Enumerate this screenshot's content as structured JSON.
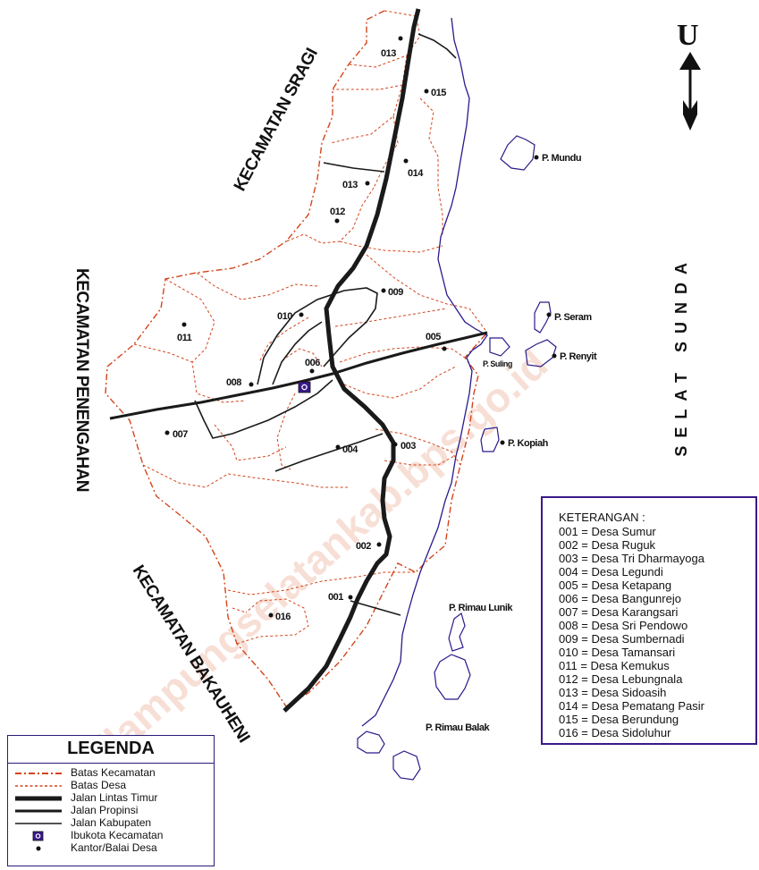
{
  "map": {
    "regions": {
      "sragi": "KECAMATAN SRAGI",
      "penengahan": "KECAMATAN PENENGAHAN",
      "bakauheni": "KECAMATAN BAKAUHENI",
      "sea": "SELAT SUNDA"
    },
    "watermark": "http://lampungselatankab.bps.go.id",
    "north_letter": "U",
    "village_codes": [
      "001",
      "002",
      "003",
      "004",
      "005",
      "006",
      "007",
      "008",
      "009",
      "010",
      "011",
      "012",
      "013",
      "013",
      "014",
      "015",
      "016"
    ],
    "islands": [
      "P. Mundu",
      "P. Seram",
      "P. Renyit",
      "P. Suling",
      "P. Kopiah",
      "P. Rimau Lunik",
      "P. Rimau Balak"
    ]
  },
  "legend": {
    "title": "LEGENDA",
    "items": [
      {
        "label": "Batas Kecamatan"
      },
      {
        "label": "Batas Desa"
      },
      {
        "label": "Jalan Lintas Timur"
      },
      {
        "label": "Jalan Propinsi"
      },
      {
        "label": "Jalan Kabupaten"
      },
      {
        "label": "Ibukota Kecamatan"
      },
      {
        "label": "Kantor/Balai Desa"
      }
    ]
  },
  "keterangan": {
    "title": "KETERANGAN :",
    "items": [
      "001 = Desa Sumur",
      "002 = Desa Ruguk",
      "003 = Desa Tri Dharmayoga",
      "004 = Desa Legundi",
      "005 = Desa Ketapang",
      "006 = Desa Bangunrejo",
      "007 = Desa Karangsari",
      "008 = Desa Sri Pendowo",
      "009 = Desa Sumbernadi",
      "010 = Desa Tamansari",
      "011 = Desa Kemukus",
      "012 = Desa Lebungnala",
      "013 = Desa Sidoasih",
      "014 = Desa Pematang Pasir",
      "015 = Desa Berundung",
      "016 = Desa Sidoluhur"
    ]
  },
  "colors": {
    "boundary": "#d4441a",
    "coast": "#2a1a8a",
    "road": "#1a1a1a",
    "capital": "#3a1a8a"
  }
}
